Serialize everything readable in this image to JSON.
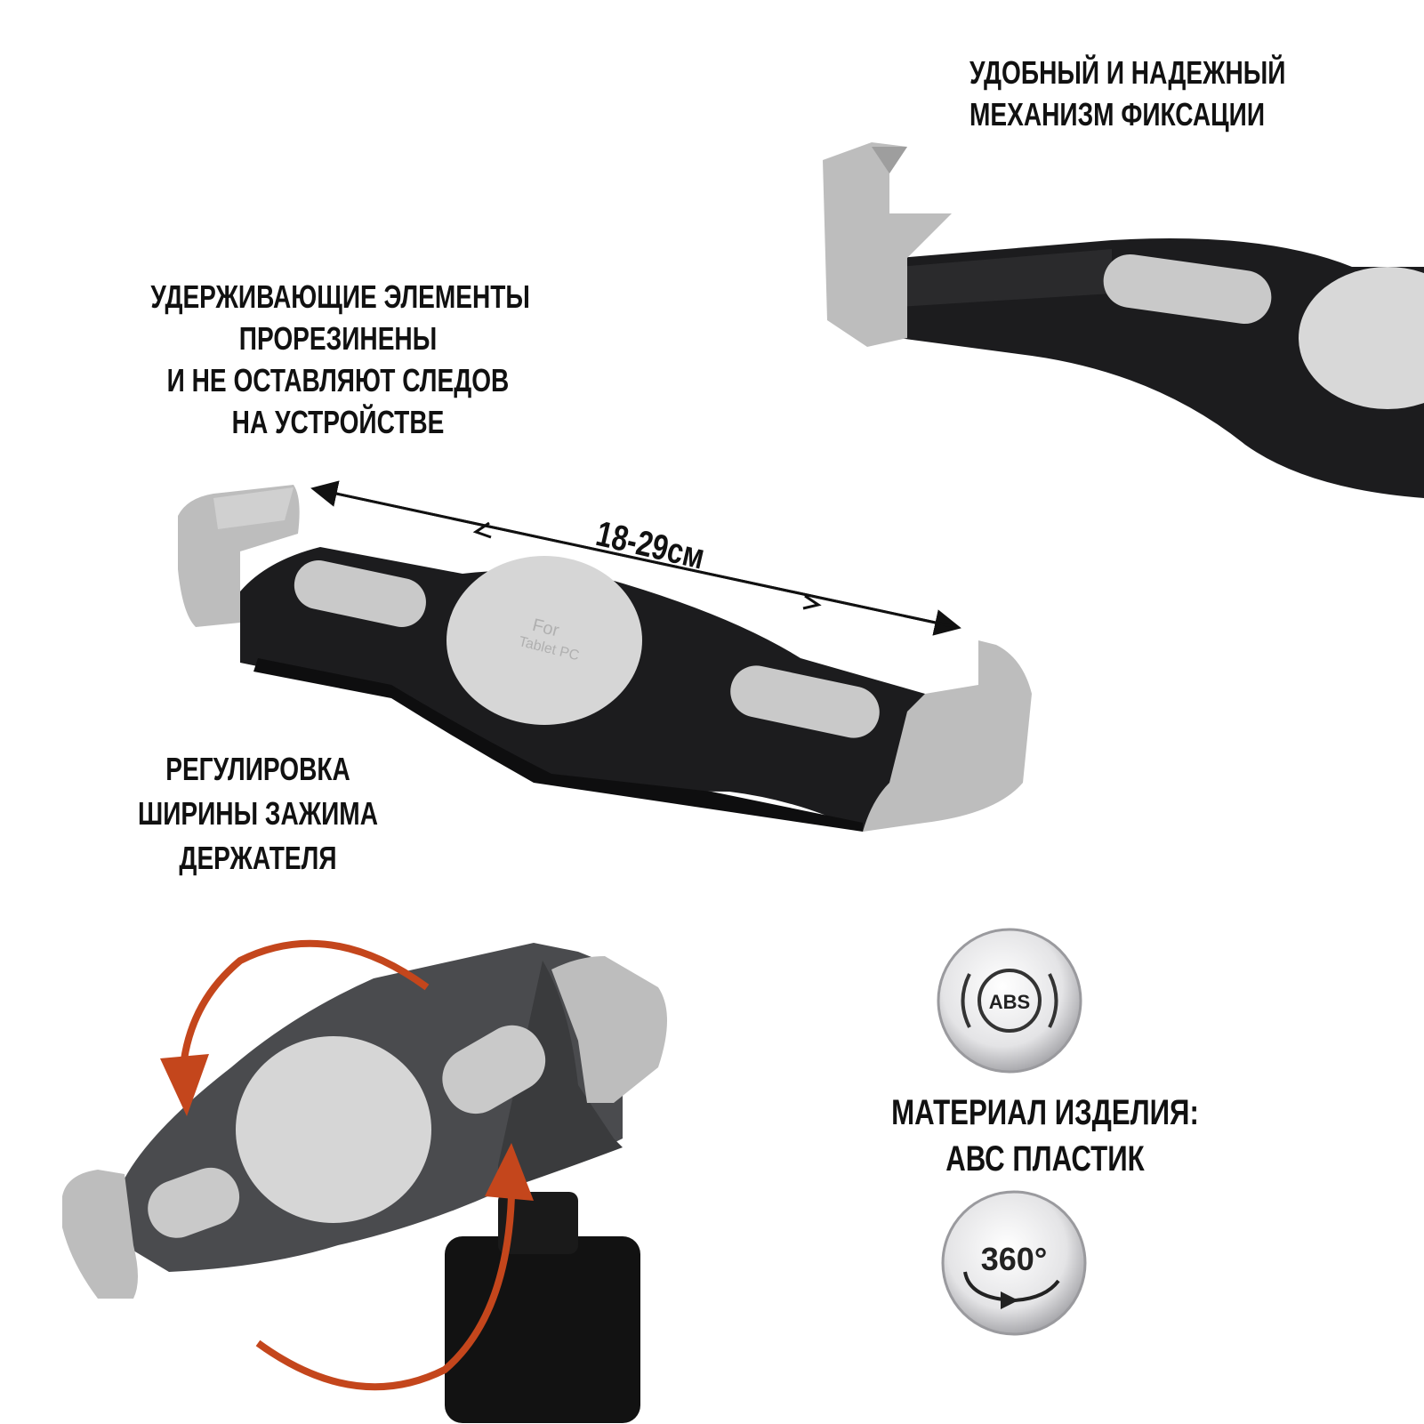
{
  "captions": {
    "fixation": [
      "УДОБНЫЙ И НАДЕЖНЫЙ",
      "МЕХАНИЗМ ФИКСАЦИИ"
    ],
    "rubber": [
      "УДЕРЖИВАЮЩИЕ ЭЛЕМЕНТЫ",
      "ПРОРЕЗИНЕНЫ",
      "И НЕ ОСТАВЛЯЮТ СЛЕДОВ",
      "НА УСТРОЙСТВЕ"
    ],
    "width": [
      "РЕГУЛИРОВКА",
      "ШИРИНЫ ЗАЖИМА",
      "ДЕРЖАТЕЛЯ"
    ],
    "material": [
      "МАТЕРИАЛ ИЗДЕЛИЯ:",
      "АВС ПЛАСТИК"
    ]
  },
  "dimension": {
    "label": "18-29см"
  },
  "product_label": {
    "line1": "For",
    "line2": "Tablet PC"
  },
  "badges": {
    "abs": "ABS",
    "rotation": "360°"
  },
  "colors": {
    "holder_black": "#1c1c1e",
    "holder_gray": "#4a4b4e",
    "rubber_gray": "#bdbdbd",
    "disc_gray": "#d6d6d6",
    "arrow_orange": "#c4461c",
    "text": "#111111"
  },
  "icons": [
    "rotation-arrow-icon",
    "abs-material-icon",
    "rotation-360-icon",
    "width-dimension-arrow-icon"
  ]
}
